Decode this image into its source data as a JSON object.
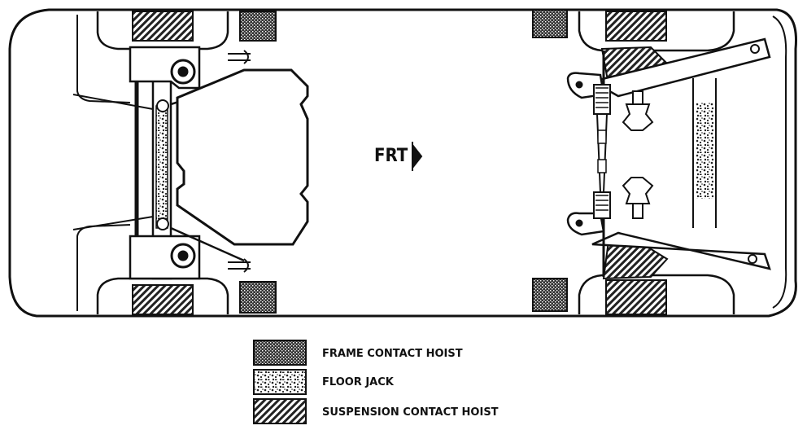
{
  "diagram": {
    "direction_label": "FRT",
    "direction_arrow_icon": "right-arrow-icon"
  },
  "legend": {
    "items": [
      {
        "key": "frame",
        "label": "FRAME CONTACT HOIST",
        "pattern": "crosshatch-dense"
      },
      {
        "key": "jack",
        "label": "FLOOR JACK",
        "pattern": "speckle"
      },
      {
        "key": "suspension",
        "label": "SUSPENSION CONTACT HOIST",
        "pattern": "diagonal-hatch"
      }
    ]
  },
  "colors": {
    "ink": "#111111",
    "paper": "#ffffff"
  }
}
